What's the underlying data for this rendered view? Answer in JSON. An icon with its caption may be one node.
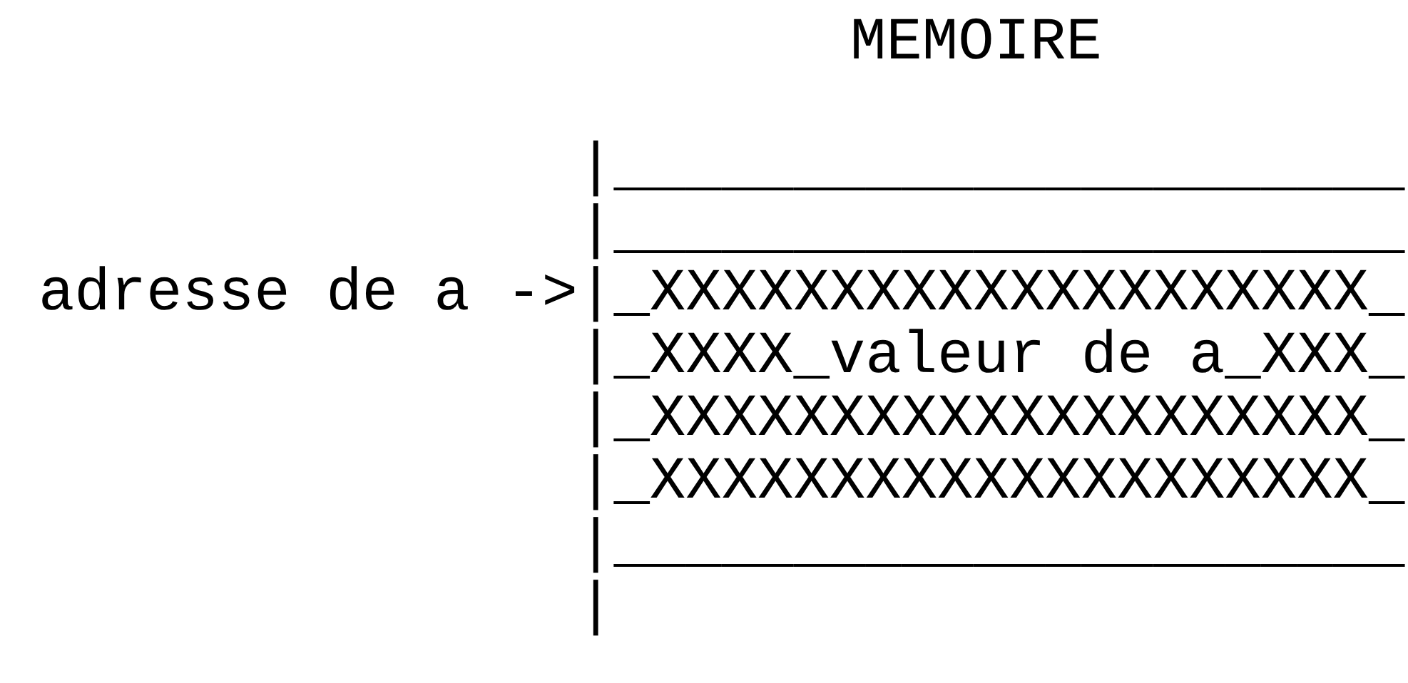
{
  "diagram": {
    "title": "MEMOIRE",
    "labels": [
      "adresse de a ->",
      "|______________________",
      "|______________________",
      "|_XXXXXXXXXXXXXXXXXXXX_",
      "|_XXXX_valeur de a_XXX_",
      "|_XXXXXXXXXXXXXXXXXXXX_",
      "|_XXXXXXXXXXXXXXXXXXXX_",
      "|______________________",
      "|"
    ]
  }
}
